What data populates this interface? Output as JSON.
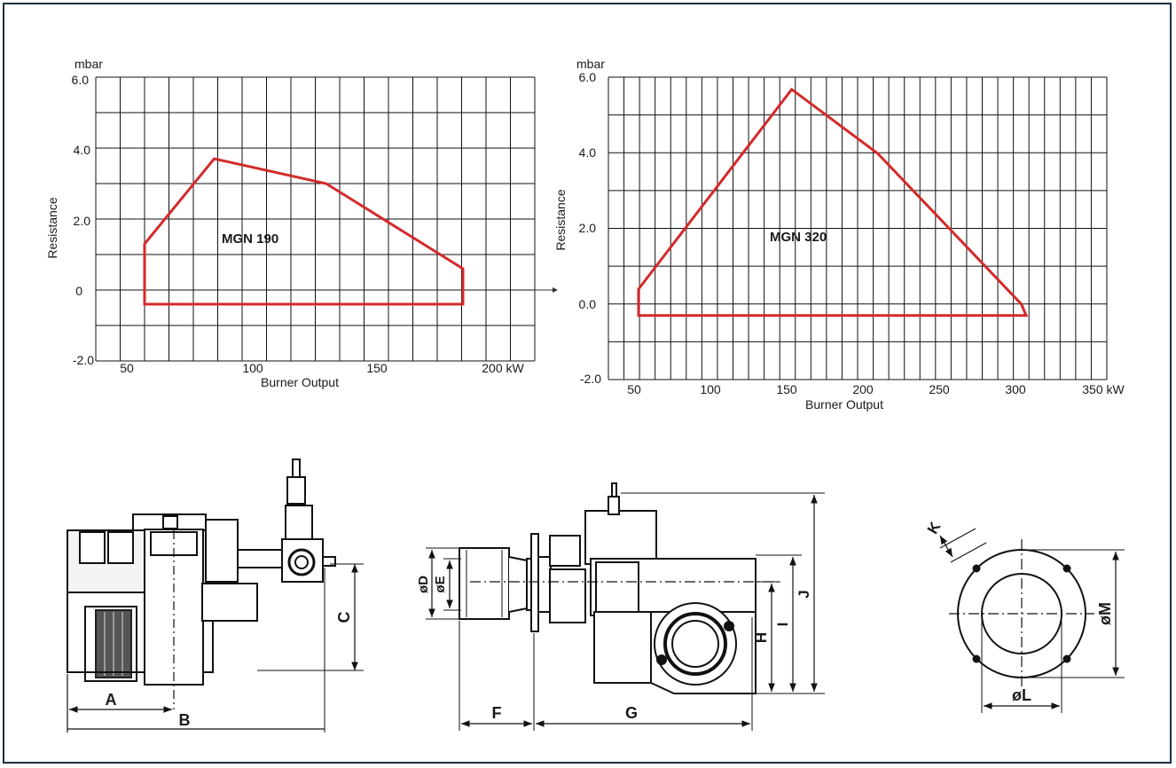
{
  "chart_data": [
    {
      "type": "area",
      "unit_label": "mbar",
      "ylabel": "Resistance",
      "xlabel": "Burner Output",
      "annotation": "MGN 190",
      "y_tick_labels": [
        "6.0",
        "4.0",
        "2.0",
        "0",
        "-2.0"
      ],
      "x_tick_labels": [
        "50",
        "100",
        "150",
        "200 kW"
      ],
      "xlim": [
        40,
        205
      ],
      "ylim": [
        -2.0,
        6.0
      ],
      "grid": true,
      "x_axis_arrow": true,
      "envelope_color": "#d42a2a",
      "series": [
        {
          "x": [
            57,
            57,
            85,
            130,
            185,
            185,
            57
          ],
          "y": [
            -0.4,
            1.3,
            3.7,
            3.0,
            0.6,
            -0.4,
            -0.4
          ]
        }
      ]
    },
    {
      "type": "area",
      "unit_label": "mbar",
      "ylabel": "Resistance",
      "xlabel": "Burner Output",
      "annotation": "MGN 320",
      "y_tick_labels": [
        "6.0",
        "4.0",
        "2.0",
        "0.0",
        "-2.0"
      ],
      "x_tick_labels": [
        "50",
        "100",
        "150",
        "200",
        "250",
        "300",
        "350 kW"
      ],
      "xlim": [
        40,
        345
      ],
      "ylim": [
        -2.0,
        6.0
      ],
      "grid": true,
      "envelope_color": "#d42a2a",
      "series": [
        {
          "x": [
            55,
            55,
            153,
            208,
            300,
            303,
            55
          ],
          "y": [
            -0.3,
            0.4,
            5.7,
            4.0,
            0.0,
            -0.3,
            -0.3
          ]
        }
      ]
    }
  ],
  "drawings": {
    "labels": {
      "a": "A",
      "b": "B",
      "c": "C",
      "d": "øD",
      "e": "øE",
      "f": "F",
      "g": "G",
      "h": "H",
      "i": "I",
      "j": "J",
      "k": "K",
      "l": "øL",
      "m": "øM"
    }
  }
}
